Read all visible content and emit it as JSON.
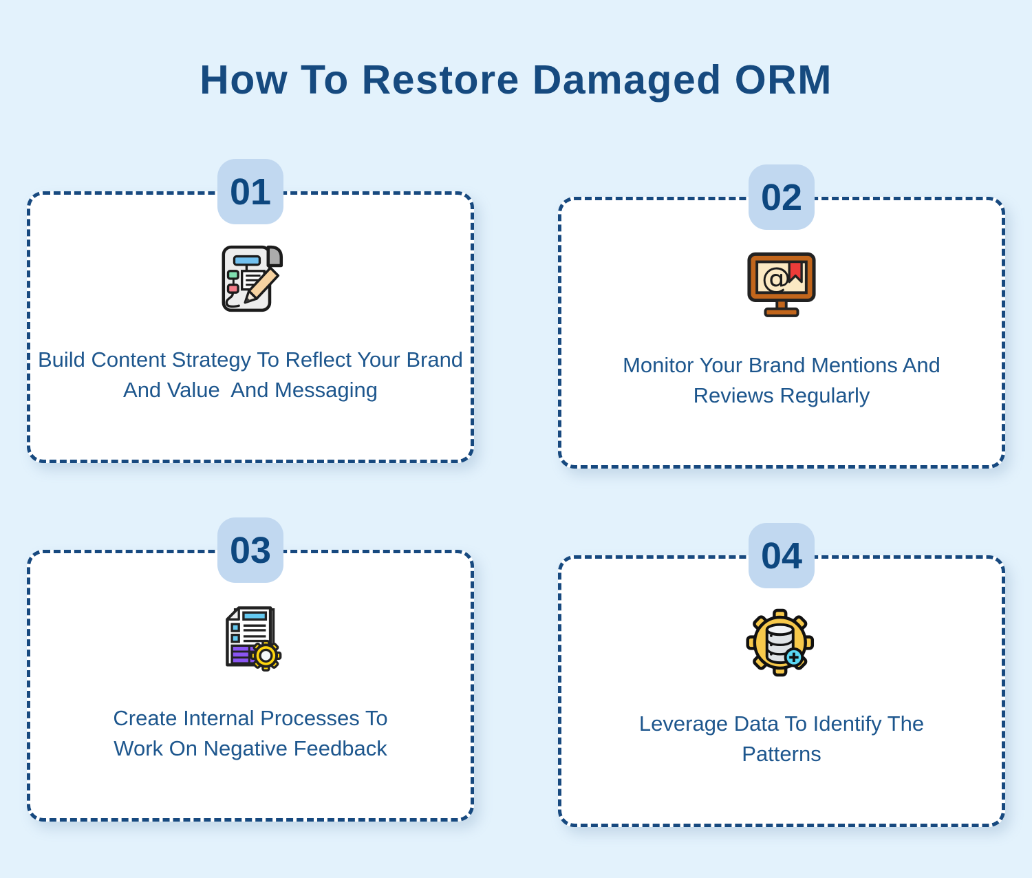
{
  "title": "How To Restore Damaged ORM",
  "steps": [
    {
      "number": "01",
      "label": "Build Content Strategy To Reflect Your Brand And Value  And Messaging",
      "icon": "strategy-scroll-icon"
    },
    {
      "number": "02",
      "label": "Monitor Your Brand Mentions And Reviews Regularly",
      "icon": "monitor-mentions-icon"
    },
    {
      "number": "03",
      "label": "Create Internal Processes To Work On Negative Feedback",
      "icon": "document-gear-icon"
    },
    {
      "number": "04",
      "label": "Leverage Data To Identify The Patterns",
      "icon": "database-gear-icon"
    }
  ],
  "colors": {
    "background": "#e3f2fc",
    "card_background": "#ffffff",
    "dashed_border": "#17497f",
    "badge_background": "#c1d8f0",
    "badge_number": "#0d477f",
    "title_text": "#164a7f",
    "caption_text": "#1d568d"
  }
}
